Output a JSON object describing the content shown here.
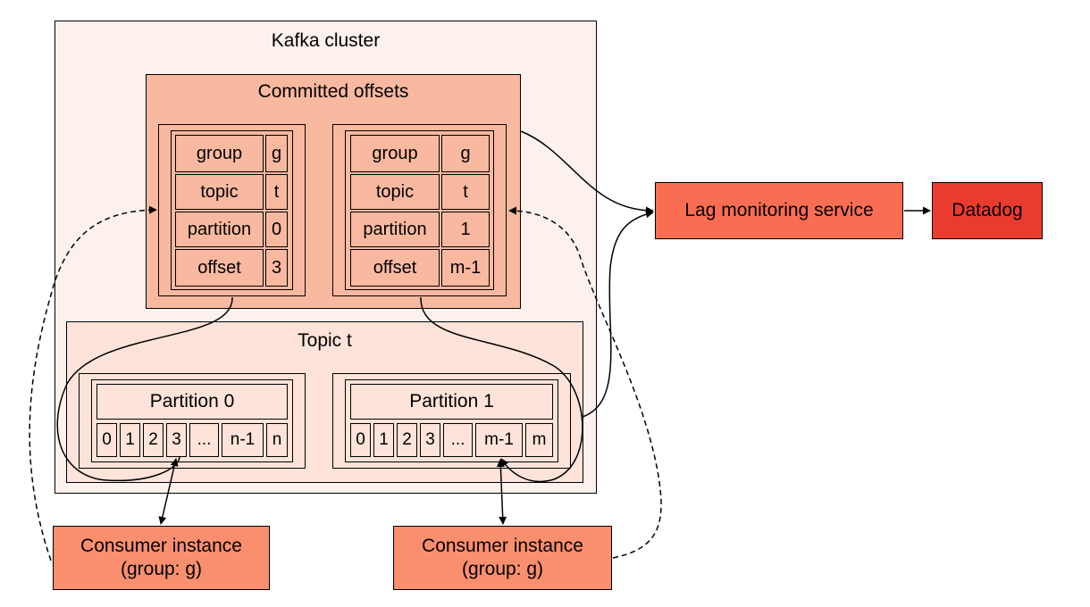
{
  "cluster": {
    "label": "Kafka cluster"
  },
  "committed_offsets": {
    "label": "Committed offsets",
    "tables": [
      {
        "rows": [
          {
            "key": "group",
            "value": "g"
          },
          {
            "key": "topic",
            "value": "t"
          },
          {
            "key": "partition",
            "value": "0"
          },
          {
            "key": "offset",
            "value": "3"
          }
        ]
      },
      {
        "rows": [
          {
            "key": "group",
            "value": "g"
          },
          {
            "key": "topic",
            "value": "t"
          },
          {
            "key": "partition",
            "value": "1"
          },
          {
            "key": "offset",
            "value": "m-1"
          }
        ]
      }
    ]
  },
  "topic": {
    "label": "Topic t",
    "partitions": [
      {
        "label": "Partition 0",
        "cells": [
          "0",
          "1",
          "2",
          "3",
          "...",
          "n-1",
          "n"
        ]
      },
      {
        "label": "Partition 1",
        "cells": [
          "0",
          "1",
          "2",
          "3",
          "...",
          "m-1",
          "m"
        ]
      }
    ]
  },
  "lag_service": {
    "label": "Lag monitoring service"
  },
  "datadog": {
    "label": "Datadog"
  },
  "consumers": [
    {
      "line1": "Consumer instance",
      "line2": "(group: g)"
    },
    {
      "line1": "Consumer instance",
      "line2": "(group: g)"
    }
  ],
  "colors": {
    "cluster_bg": "#fdf1ed",
    "offsets_bg": "#f9b9a0",
    "topic_bg": "#fde3d9",
    "lag_service_bg": "#f96e53",
    "datadog_bg": "#ea3c2e",
    "consumer_bg": "#f98f6f"
  }
}
